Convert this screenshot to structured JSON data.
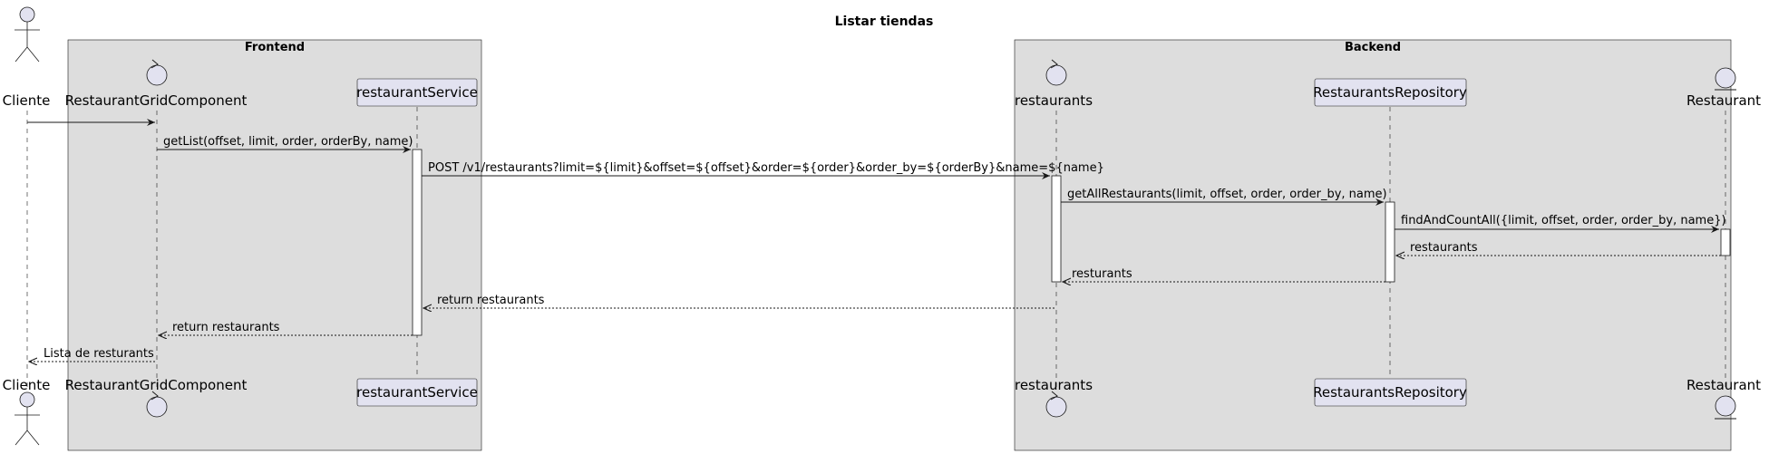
{
  "title": "Listar tiendas",
  "boxes": {
    "frontend": "Frontend",
    "backend": "Backend"
  },
  "participants": {
    "cliente": {
      "label": "Cliente",
      "kind": "actor"
    },
    "grid": {
      "label": "RestaurantGridComponent",
      "kind": "control"
    },
    "service": {
      "label": "restaurantService",
      "kind": "participant"
    },
    "restaurants": {
      "label": "restaurants",
      "kind": "control"
    },
    "repository": {
      "label": "RestaurantsRepository",
      "kind": "participant"
    },
    "restaurant": {
      "label": "Restaurant",
      "kind": "entity"
    }
  },
  "messages": {
    "m2": "getList(offset, limit, order, orderBy, name)",
    "m3": "POST /v1/restaurants?limit=${limit}&offset=${offset}&order=${order}&order_by=${orderBy}&name=${name}",
    "m4": "getAllRestaurants(limit, offset, order, order_by, name)",
    "m5": "findAndCountAll({limit, offset, order, order_by, name})",
    "m6": "restaurants",
    "m7": "resturants",
    "m8": "return restaurants",
    "m9": "return restaurants",
    "m10": "Lista de resturants"
  },
  "colors": {
    "group_fill": "#DDDDDD",
    "participant_fill": "#E2E2F0",
    "line": "#181818"
  }
}
